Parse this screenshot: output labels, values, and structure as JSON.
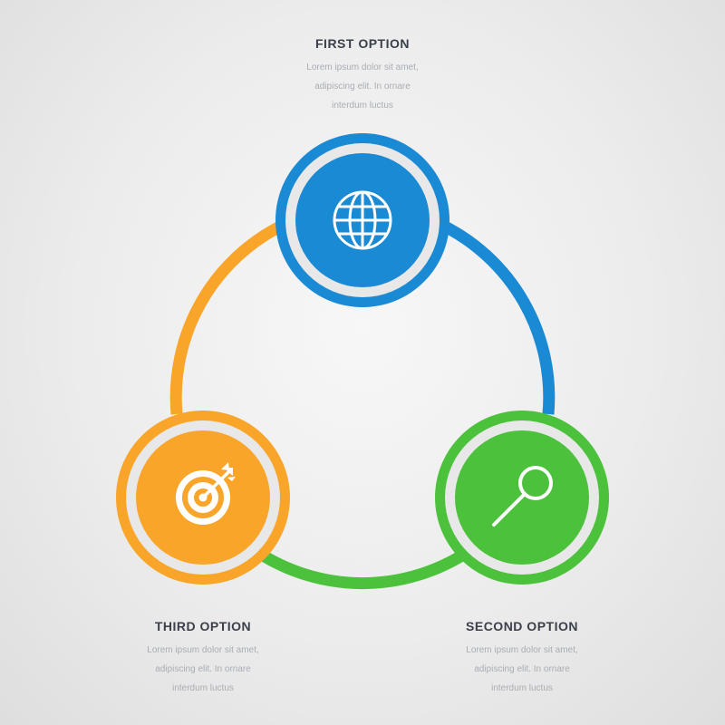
{
  "colors": {
    "background": "#ececec",
    "blue": "#1a8ad4",
    "green": "#4cc13c",
    "orange": "#f8a52a",
    "ring_inner": "#e8e8e8",
    "title_text": "#3a3f4a",
    "body_text": "#a9adb3"
  },
  "options": [
    {
      "id": "first",
      "title": "FIRST OPTION",
      "lines": [
        "Lorem ipsum dolor sit amet,",
        "adipiscing elit. In ornare",
        "interdum luctus"
      ],
      "icon": "globe-icon",
      "color": "#1a8ad4"
    },
    {
      "id": "second",
      "title": "SECOND OPTION",
      "lines": [
        "Lorem ipsum dolor sit amet,",
        "adipiscing elit. In ornare",
        "interdum luctus"
      ],
      "icon": "magnifier-icon",
      "color": "#4cc13c"
    },
    {
      "id": "third",
      "title": "THIRD OPTION",
      "lines": [
        "Lorem ipsum dolor sit amet,",
        "adipiscing elit. In ornare",
        "interdum luctus"
      ],
      "icon": "target-icon",
      "color": "#f8a52a"
    }
  ]
}
